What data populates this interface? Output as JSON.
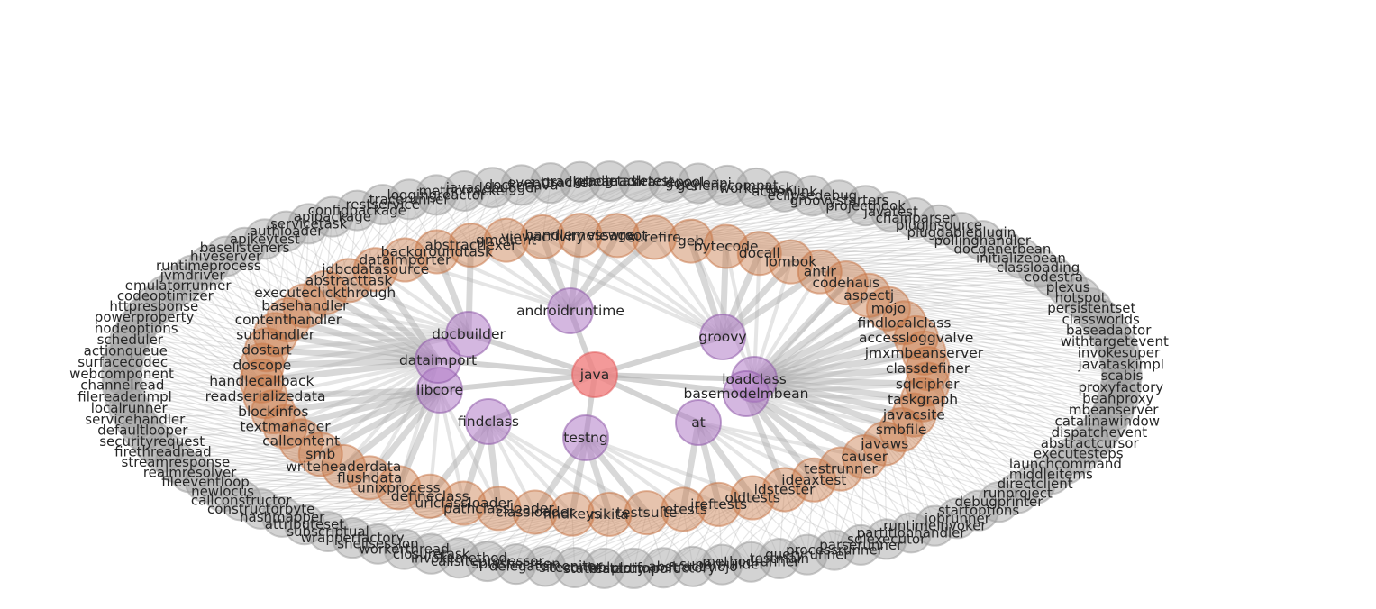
{
  "colors": {
    "root": "#f08080",
    "hub": "#b07cc6",
    "middle": "#c8794a",
    "outer": "#9e9e9e",
    "edge": "#a8a8a8"
  },
  "root": {
    "label": "java"
  },
  "hubs": [
    {
      "label": "androidruntime"
    },
    {
      "label": "groovy"
    },
    {
      "label": "loadclass"
    },
    {
      "label": "basemodelmbean"
    },
    {
      "label": "at"
    },
    {
      "label": "testng"
    },
    {
      "label": "findclass"
    },
    {
      "label": "libcore"
    },
    {
      "label": "dataimport"
    },
    {
      "label": "docbuilder"
    }
  ],
  "middle_ring": [
    {
      "label": "surefire"
    },
    {
      "label": "geb"
    },
    {
      "label": "bytecode"
    },
    {
      "label": "docall"
    },
    {
      "label": "lombok"
    },
    {
      "label": "antlr"
    },
    {
      "label": "codehaus"
    },
    {
      "label": "aspectj"
    },
    {
      "label": "mojo"
    },
    {
      "label": "findlocalclass"
    },
    {
      "label": "accessloggvalve"
    },
    {
      "label": "jmxmbeanserver"
    },
    {
      "label": "classdefiner"
    },
    {
      "label": "sqlcipher"
    },
    {
      "label": "taskgraph"
    },
    {
      "label": "javacsite"
    },
    {
      "label": "smbfile"
    },
    {
      "label": "javaws"
    },
    {
      "label": "causer"
    },
    {
      "label": "testrunner"
    },
    {
      "label": "ideaxtest"
    },
    {
      "label": "idstester"
    },
    {
      "label": "oldtests"
    },
    {
      "label": "jreftests"
    },
    {
      "label": "retests"
    },
    {
      "label": "testsuite"
    },
    {
      "label": "nikita"
    },
    {
      "label": "findkeys"
    },
    {
      "label": "classloader"
    },
    {
      "label": "pathclassloader"
    },
    {
      "label": "urlclassloader"
    },
    {
      "label": "defineclass"
    },
    {
      "label": "unixprocess"
    },
    {
      "label": "flushdata"
    },
    {
      "label": "writeheaderdata"
    },
    {
      "label": "smb"
    },
    {
      "label": "callcontent"
    },
    {
      "label": "textmanager"
    },
    {
      "label": "blockinfos"
    },
    {
      "label": "readserializedata"
    },
    {
      "label": "handlecallback"
    },
    {
      "label": "doscope"
    },
    {
      "label": "dostart"
    },
    {
      "label": "subhandler"
    },
    {
      "label": "contenthandler"
    },
    {
      "label": "basehandler"
    },
    {
      "label": "executeclickthrough"
    },
    {
      "label": "abstracttask"
    },
    {
      "label": "jdbcdatasource"
    },
    {
      "label": "dataimporter"
    },
    {
      "label": "backgroundtask"
    },
    {
      "label": "abstractlexer"
    },
    {
      "label": "gmclient"
    },
    {
      "label": "viewactivity"
    },
    {
      "label": "handlemessage"
    },
    {
      "label": "viewroot"
    }
  ],
  "outer_ring": [
    {
      "label": "groovystarters"
    },
    {
      "label": "projecthook"
    },
    {
      "label": "javatest"
    },
    {
      "label": "chainparser"
    },
    {
      "label": "pluginsource"
    },
    {
      "label": "pluggableplugin"
    },
    {
      "label": "pollinghandler"
    },
    {
      "label": "docgenerbean"
    },
    {
      "label": "initializebean"
    },
    {
      "label": "classloading"
    },
    {
      "label": "codestra"
    },
    {
      "label": "plexus"
    },
    {
      "label": "hotspot"
    },
    {
      "label": "persistentset"
    },
    {
      "label": "classworlds"
    },
    {
      "label": "baseadaptor"
    },
    {
      "label": "withtargetevent"
    },
    {
      "label": "invokesuper"
    },
    {
      "label": "javataskimpl"
    },
    {
      "label": "scabis"
    },
    {
      "label": "proxyfactory"
    },
    {
      "label": "beanproxy"
    },
    {
      "label": "mbeanserver"
    },
    {
      "label": "catalinawindow"
    },
    {
      "label": "dispatchevent"
    },
    {
      "label": "abstractcursor"
    },
    {
      "label": "executesteps"
    },
    {
      "label": "launchcommand"
    },
    {
      "label": "middleitems"
    },
    {
      "label": "directclient"
    },
    {
      "label": "runproject"
    },
    {
      "label": "debugprinter"
    },
    {
      "label": "startoptions"
    },
    {
      "label": "jobrunner"
    },
    {
      "label": "runtimeinvoker"
    },
    {
      "label": "partitionhandler"
    },
    {
      "label": "sqlexecutor"
    },
    {
      "label": "parserunner"
    },
    {
      "label": "processrunner"
    },
    {
      "label": "queryrunner"
    },
    {
      "label": "testmain"
    },
    {
      "label": "methodrunner"
    },
    {
      "label": "superbuilder"
    },
    {
      "label": "abstractmojo"
    },
    {
      "label": "platformfactory"
    },
    {
      "label": "restartimport"
    },
    {
      "label": "statefactory"
    },
    {
      "label": "sitecontrol"
    },
    {
      "label": "delegatemonitor"
    },
    {
      "label": "splashscreen"
    },
    {
      "label": "callsiteprocessor"
    },
    {
      "label": "invokemethod"
    },
    {
      "label": "closuretask"
    },
    {
      "label": "workerthread"
    },
    {
      "label": "shellsession"
    },
    {
      "label": "wrapperfactory"
    },
    {
      "label": "subscriptual"
    },
    {
      "label": "attributeset"
    },
    {
      "label": "hashmapper"
    },
    {
      "label": "constructorbyte"
    },
    {
      "label": "callconstructor"
    },
    {
      "label": "newlocus"
    },
    {
      "label": "fileeventloop"
    },
    {
      "label": "realmresolver"
    },
    {
      "label": "streamresponse"
    },
    {
      "label": "firethreadread"
    },
    {
      "label": "securityrequest"
    },
    {
      "label": "defaultlooper"
    },
    {
      "label": "servicehandler"
    },
    {
      "label": "localrunner"
    },
    {
      "label": "filereaderimpl"
    },
    {
      "label": "channelread"
    },
    {
      "label": "webcomponent"
    },
    {
      "label": "surfacecodec"
    },
    {
      "label": "actionqueue"
    },
    {
      "label": "scheduler"
    },
    {
      "label": "nodeoptions"
    },
    {
      "label": "powerproperty"
    },
    {
      "label": "httpresponse"
    },
    {
      "label": "codeoptimizer"
    },
    {
      "label": "emulatorrunner"
    },
    {
      "label": "jvmdriver"
    },
    {
      "label": "runtimeprocess"
    },
    {
      "label": "hiveserver"
    },
    {
      "label": "baselisteners"
    },
    {
      "label": "apikeytest"
    },
    {
      "label": "authloader"
    },
    {
      "label": "servicetask"
    },
    {
      "label": "apipackage"
    },
    {
      "label": "configpackage"
    },
    {
      "label": "restservice"
    },
    {
      "label": "tracerunner"
    },
    {
      "label": "loggingreactor"
    },
    {
      "label": "metrictracker"
    },
    {
      "label": "javadebugger"
    },
    {
      "label": "dockerjava"
    },
    {
      "label": "eventtracker"
    },
    {
      "label": "gradlebean"
    },
    {
      "label": "gradletask"
    },
    {
      "label": "gradletest"
    },
    {
      "label": "oraclepool"
    },
    {
      "label": "googleapi"
    },
    {
      "label": "genericcompat"
    },
    {
      "label": "workertask"
    },
    {
      "label": "actionlink"
    },
    {
      "label": "eclipsedebug"
    }
  ]
}
